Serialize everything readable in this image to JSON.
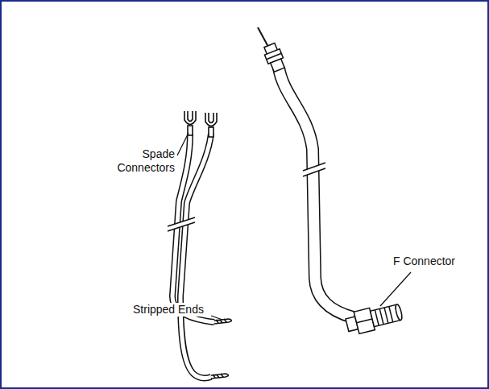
{
  "diagram": {
    "labels": [
      "Spade Connectors",
      "Stripped Ends",
      "F Connector"
    ]
  }
}
